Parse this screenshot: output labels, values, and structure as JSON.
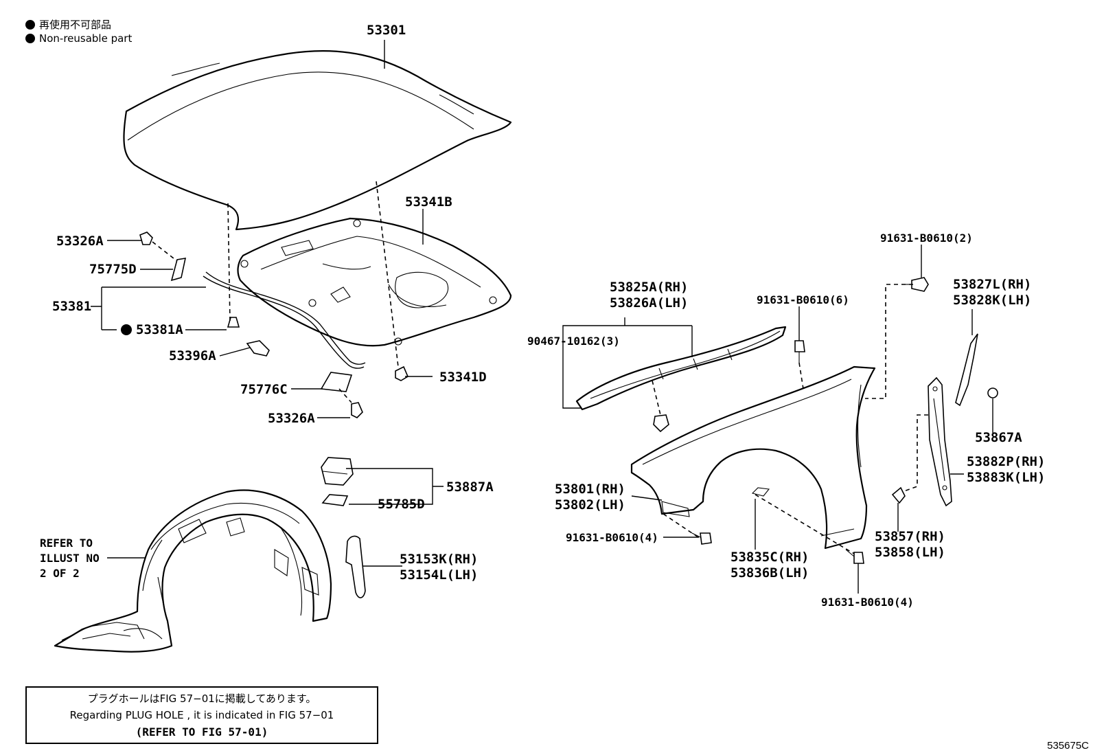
{
  "legend": {
    "jp_label": "再使用不可部品",
    "en_label": "Non-reusable part"
  },
  "labels": {
    "p53301": "53301",
    "p53341B": "53341B",
    "p53326A_top": "53326A",
    "p75775D": "75775D",
    "p53381": "53381",
    "p53381A": "53381A",
    "p53396A": "53396A",
    "p75776C": "75776C",
    "p53326A_bottom": "53326A",
    "p53341D": "53341D",
    "p53887A": "53887A",
    "p55785D": "55785D",
    "refer_line1": "REFER TO",
    "refer_line2": "ILLUST NO",
    "refer_line3": "2 OF 2",
    "p53153K": "53153K(RH)",
    "p53154L": "53154L(LH)",
    "p53825A": "53825A(RH)",
    "p53826A": "53826A(LH)",
    "p90467": "90467-10162(3)",
    "p91631_6": "91631-B0610(6)",
    "p91631_2": "91631-B0610(2)",
    "p53827L": "53827L(RH)",
    "p53828K": "53828K(LH)",
    "p53867A": "53867A",
    "p53882P": "53882P(RH)",
    "p53883K": "53883K(LH)",
    "p53801": "53801(RH)",
    "p53802": "53802(LH)",
    "p91631_4a": "91631-B0610(4)",
    "p53835C": "53835C(RH)",
    "p53836B": "53836B(LH)",
    "p53857": "53857(RH)",
    "p53858": "53858(LH)",
    "p91631_4b": "91631-B0610(4)"
  },
  "note": {
    "jp": "プラグホールはFIG 57−01に掲載してあります。",
    "en": "Regarding  PLUG HOLE , it is indicated in FIG 57−01",
    "ref": "(REFER TO FIG 57-01)"
  },
  "figure_id": "535675C"
}
